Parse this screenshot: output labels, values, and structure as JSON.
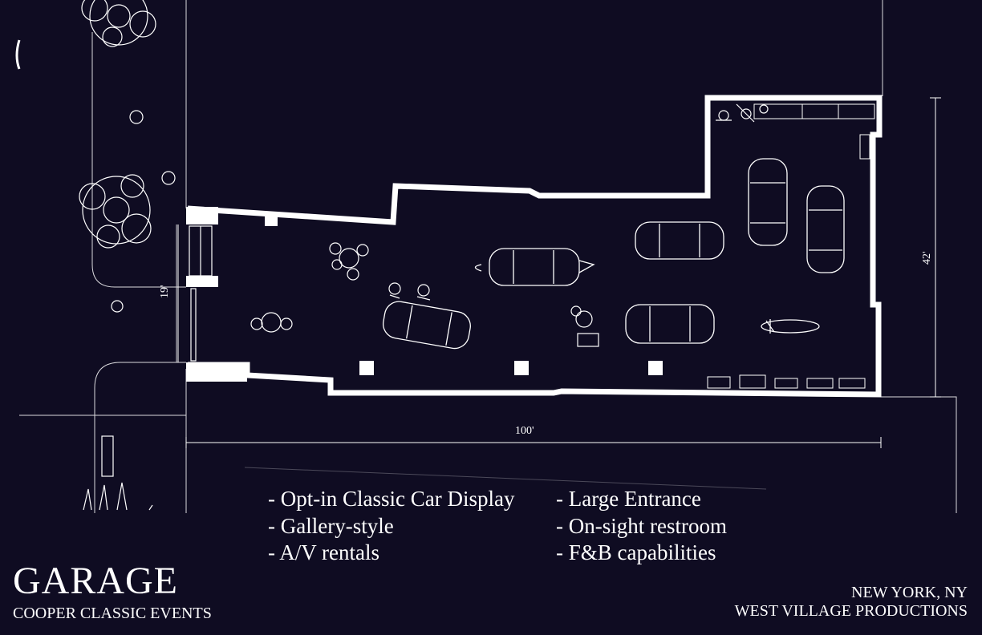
{
  "venue": {
    "title": "GARAGE",
    "subtitle": "COOPER CLASSIC EVENTS"
  },
  "location": {
    "city": "NEW YORK, NY",
    "company": "WEST VILLAGE PRODUCTIONS"
  },
  "features": {
    "left": [
      "Opt-in Classic Car Display",
      "Gallery-style",
      "A/V rentals"
    ],
    "right": [
      "Large Entrance",
      "On-sight restroom",
      "F&B capabilities"
    ]
  },
  "dimensions": {
    "width": "100'",
    "entrance": "19'",
    "depth": "42'"
  },
  "colors": {
    "background": "#0f0c22",
    "linework": "#ffffff"
  }
}
